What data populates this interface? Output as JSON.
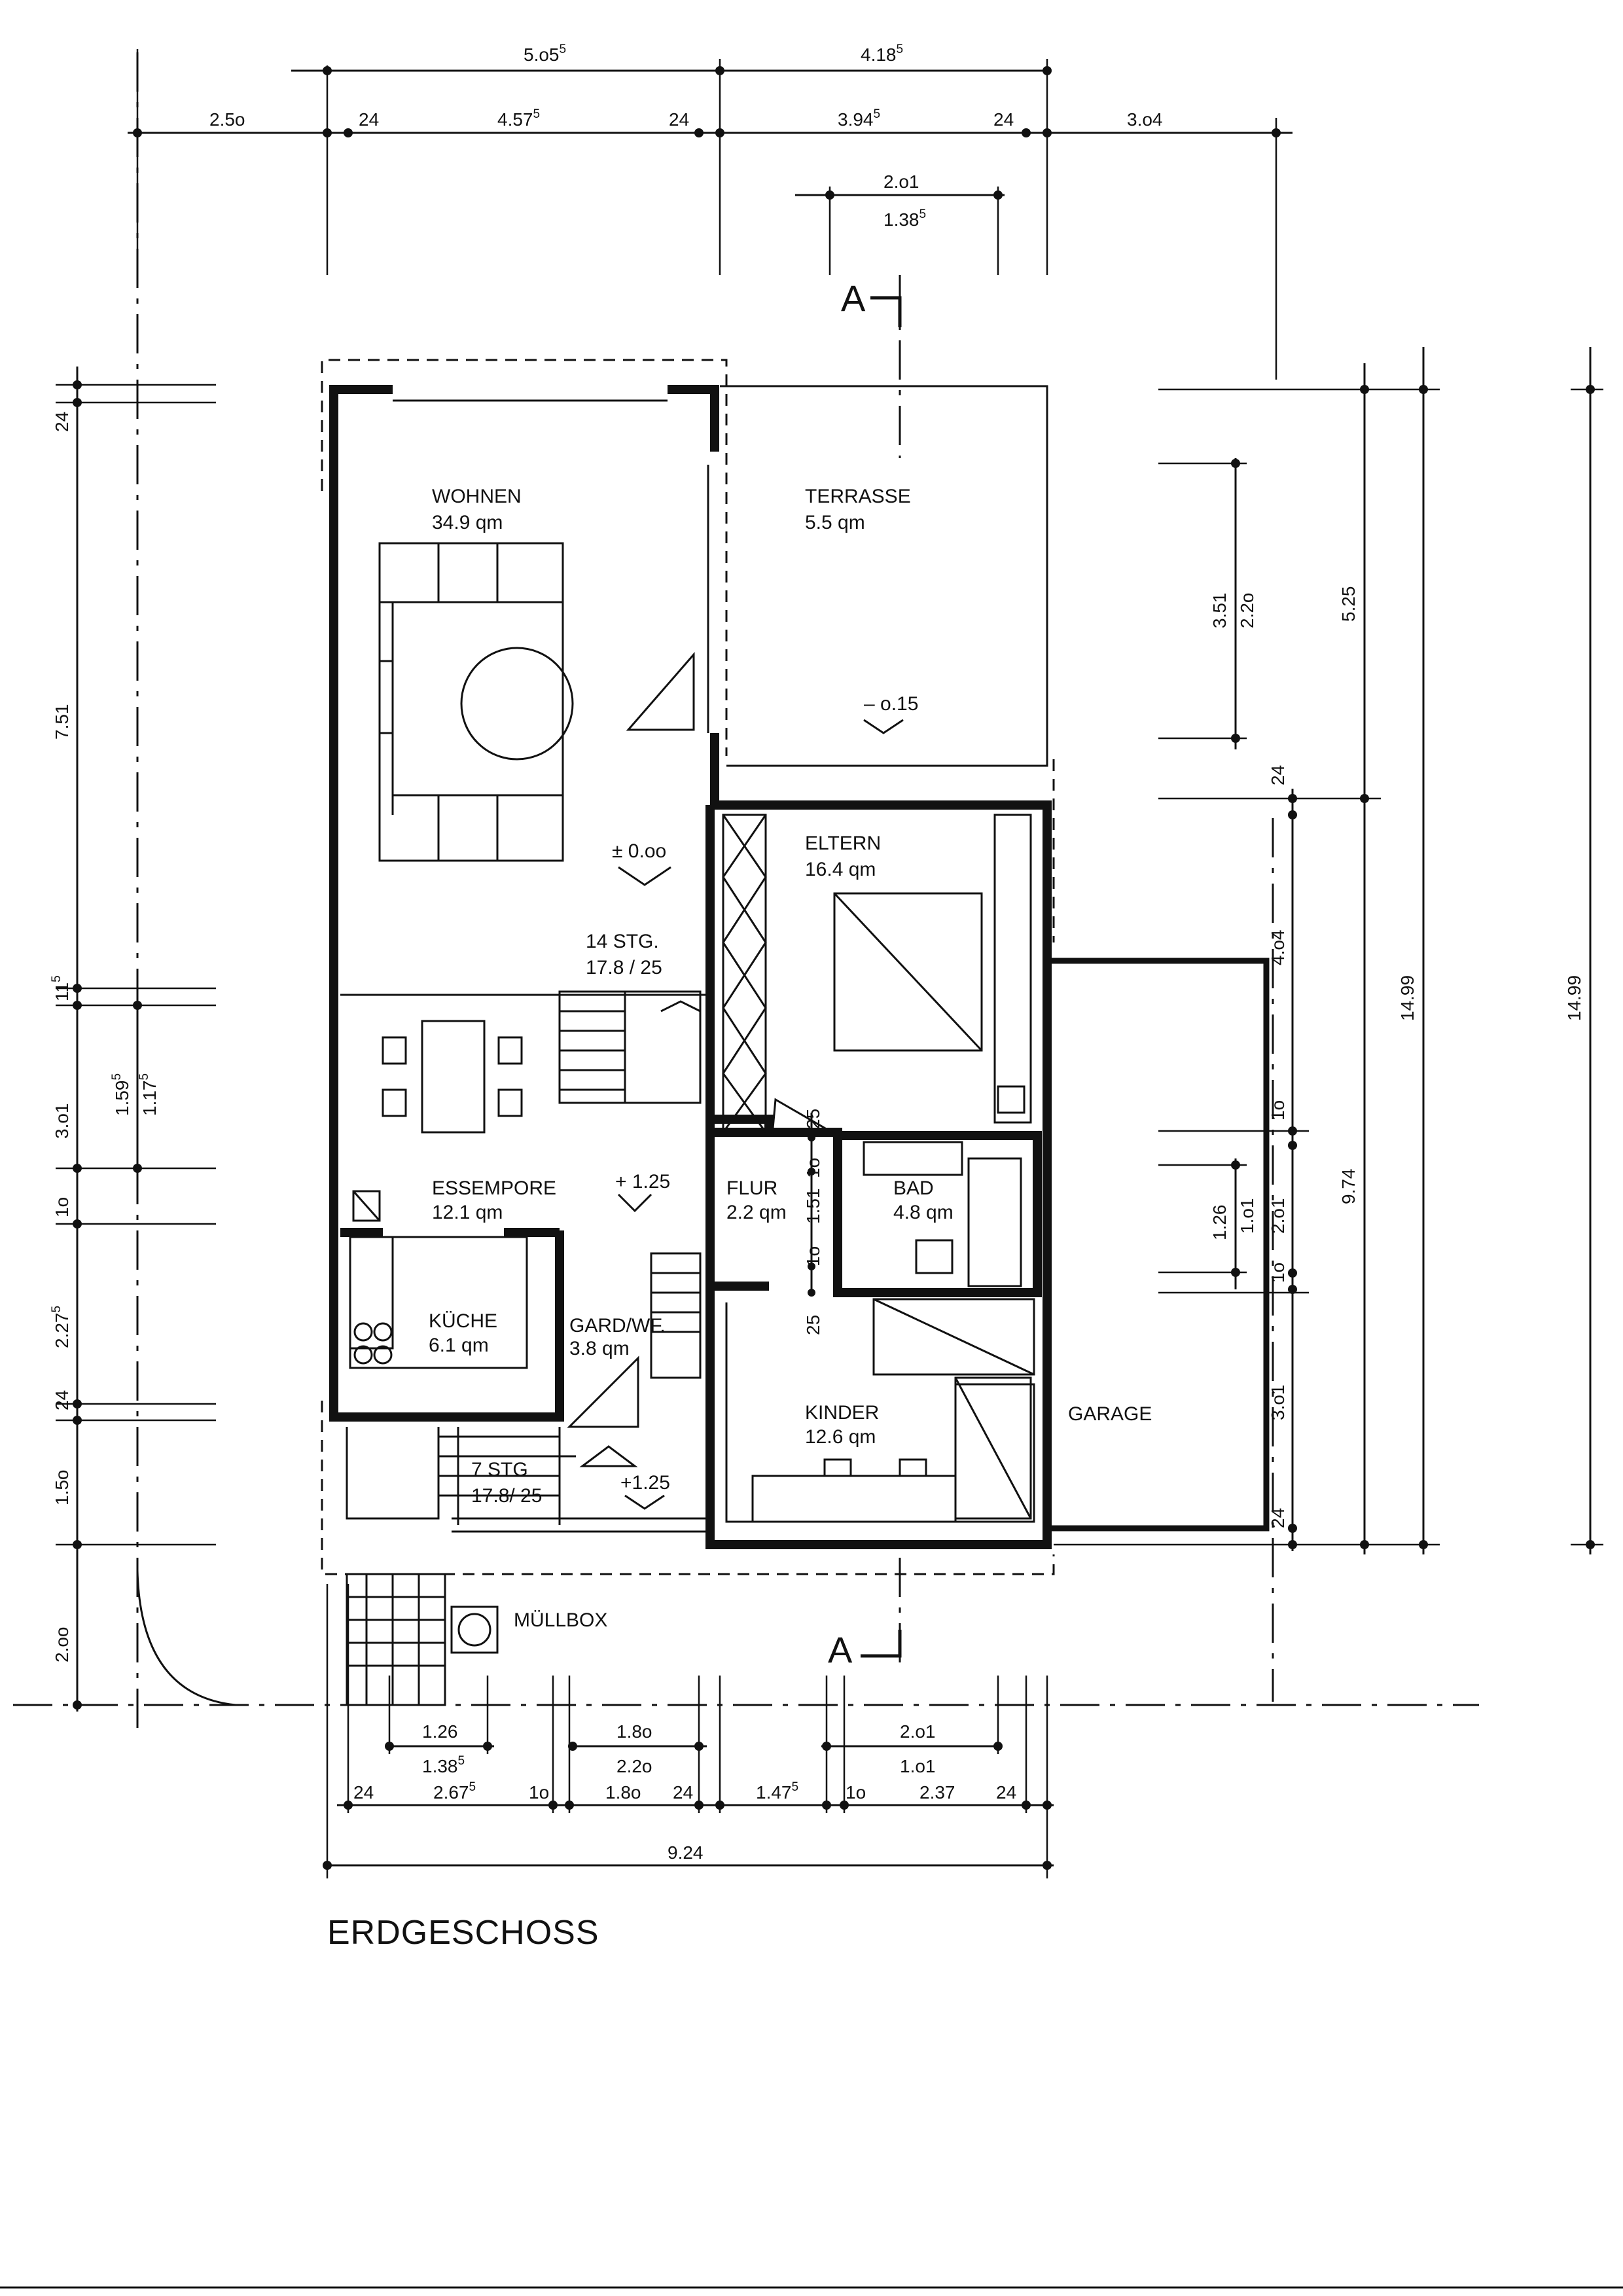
{
  "title": "ERDGESCHOSS",
  "section_marker": "A",
  "rooms": [
    {
      "id": "wohnen",
      "name": "WOHNEN",
      "area": "34.9 qm"
    },
    {
      "id": "terrasse",
      "name": "TERRASSE",
      "area": "5.5 qm"
    },
    {
      "id": "eltern",
      "name": "ELTERN",
      "area": "16.4 qm"
    },
    {
      "id": "essempore",
      "name": "ESSEMPORE",
      "area": "12.1 qm"
    },
    {
      "id": "flur",
      "name": "FLUR",
      "area": "2.2 qm"
    },
    {
      "id": "bad",
      "name": "BAD",
      "area": "4.8 qm"
    },
    {
      "id": "kueche",
      "name": "KÜCHE",
      "area": "6.1 qm"
    },
    {
      "id": "gard",
      "name": "GARD/WF.",
      "area": "3.8 qm"
    },
    {
      "id": "kinder",
      "name": "KINDER",
      "area": "12.6 qm"
    },
    {
      "id": "garage",
      "name": "GARAGE",
      "area": ""
    },
    {
      "id": "muellbox",
      "name": "MÜLLBOX",
      "area": ""
    }
  ],
  "levels": {
    "wohnen": "± 0.oo",
    "terrasse": "– o.15",
    "essempore": "+ 1.25",
    "entry": "+1.25"
  },
  "stairs": [
    {
      "id": "upper",
      "steps": "14 STG.",
      "ratio": "17.8 / 25"
    },
    {
      "id": "entry",
      "steps": "7 STG",
      "ratio": "17.8/ 25"
    }
  ],
  "dims_top": {
    "row1": [
      {
        "main": "5.o5",
        "sup": "5"
      },
      {
        "main": "4.18",
        "sup": "5"
      }
    ],
    "row2": [
      {
        "main": "2.5o",
        "sup": ""
      },
      {
        "main": "24",
        "sup": ""
      },
      {
        "main": "4.57",
        "sup": "5"
      },
      {
        "main": "24",
        "sup": ""
      },
      {
        "main": "3.94",
        "sup": "5"
      },
      {
        "main": "24",
        "sup": ""
      },
      {
        "main": "3.o4",
        "sup": ""
      }
    ],
    "window_top": {
      "main": "2.o1",
      "sup": ""
    },
    "window_bottom": {
      "main": "1.38",
      "sup": "5"
    }
  },
  "dims_bottom": {
    "row1a": [
      {
        "main": "1.26",
        "sup": ""
      },
      {
        "main": "1.8o",
        "sup": ""
      },
      {
        "main": "2.o1",
        "sup": ""
      }
    ],
    "row1b": [
      {
        "main": "1.38",
        "sup": "5"
      },
      {
        "main": "2.2o",
        "sup": ""
      },
      {
        "main": "1.o1",
        "sup": ""
      }
    ],
    "row2": [
      {
        "main": "24",
        "sup": ""
      },
      {
        "main": "2.67",
        "sup": "5"
      },
      {
        "main": "1o",
        "sup": ""
      },
      {
        "main": "1.8o",
        "sup": ""
      },
      {
        "main": "24",
        "sup": ""
      },
      {
        "main": "1.47",
        "sup": "5"
      },
      {
        "main": "1o",
        "sup": ""
      },
      {
        "main": "2.37",
        "sup": ""
      },
      {
        "main": "24",
        "sup": ""
      }
    ],
    "total": {
      "main": "9.24",
      "sup": ""
    }
  },
  "dims_left": {
    "outer": [
      {
        "main": "24",
        "sup": ""
      },
      {
        "main": "7.51",
        "sup": ""
      },
      {
        "main": "11",
        "sup": "5"
      },
      {
        "main": "3.o1",
        "sup": ""
      },
      {
        "main": "1o",
        "sup": ""
      },
      {
        "main": "2.27",
        "sup": "5"
      },
      {
        "main": "24",
        "sup": ""
      },
      {
        "main": "1.5o",
        "sup": ""
      },
      {
        "main": "2.oo",
        "sup": ""
      }
    ],
    "inner_a": {
      "main": "1.59",
      "sup": "5"
    },
    "inner_b": {
      "main": "1.17",
      "sup": "5"
    }
  },
  "dims_right": {
    "col_a": [
      {
        "main": "3.51",
        "sup": ""
      },
      {
        "main": "1.26",
        "sup": ""
      }
    ],
    "col_b": [
      {
        "main": "2.2o",
        "sup": ""
      },
      {
        "main": "1.o1",
        "sup": ""
      }
    ],
    "col_c": [
      {
        "main": "24",
        "sup": ""
      },
      {
        "main": "4.o4",
        "sup": ""
      },
      {
        "main": "1o",
        "sup": ""
      },
      {
        "main": "2.o1",
        "sup": ""
      },
      {
        "main": "1o",
        "sup": ""
      },
      {
        "main": "3.o1",
        "sup": ""
      },
      {
        "main": "24",
        "sup": ""
      }
    ],
    "col_d": [
      {
        "main": "5.25",
        "sup": ""
      },
      {
        "main": "9.74",
        "sup": ""
      }
    ],
    "col_e": {
      "main": "14.99",
      "sup": ""
    },
    "col_f": {
      "main": "14.99",
      "sup": ""
    }
  },
  "stair_rise_labels": [
    {
      "main": "25",
      "sup": ""
    },
    {
      "main": "1o",
      "sup": ""
    },
    {
      "main": "1.51",
      "sup": ""
    },
    {
      "main": "1o",
      "sup": ""
    },
    {
      "main": "25",
      "sup": ""
    }
  ]
}
